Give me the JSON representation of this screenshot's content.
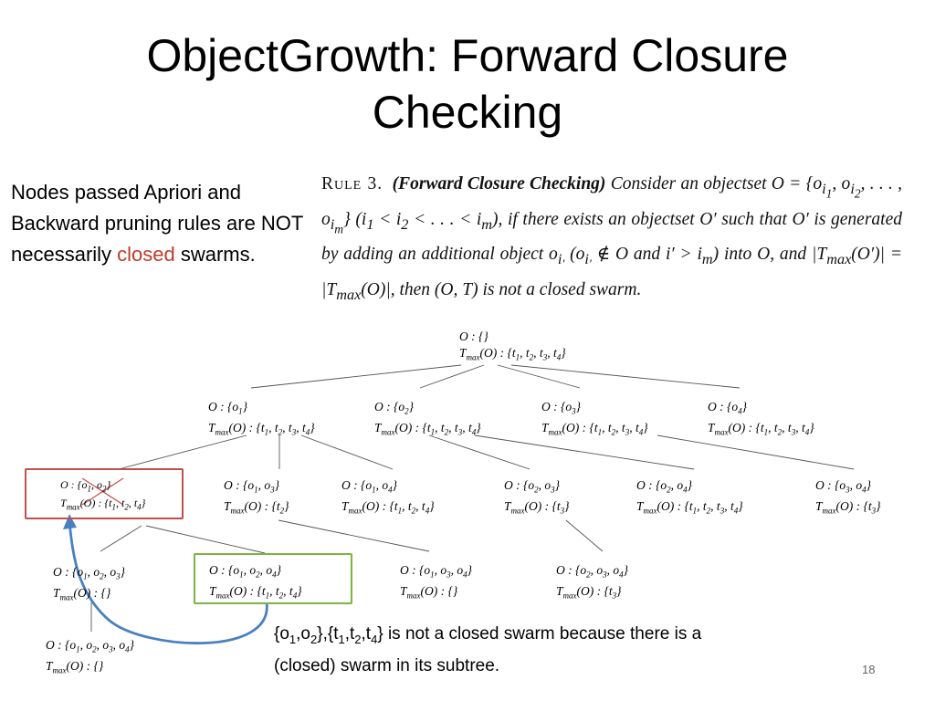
{
  "slide": {
    "title_line1": "ObjectGrowth: Forward Closure",
    "title_line2": "Checking",
    "intro_text_before": "Nodes passed Apriori and Backward pruning rules are NOT necessarily ",
    "intro_text_highlight": "closed",
    "intro_text_after": " swarms.",
    "page_number": "18",
    "colors": {
      "highlight": "#c0392b",
      "red_box": "#c0504d",
      "green_box": "#7cb342",
      "arrow": "#4a7fc1"
    }
  },
  "rule": {
    "label": "Rule 3.",
    "name": "(Forward Closure Checking)",
    "text": "Consider an objectset O = {oi1, oi2, . . . , oim} (i1 < i2 < . . . < im), if there exists an objectset O′ such that O′ is generated by adding an additional object oi′ (oi′ ∉ O and i′ > im) into O, and |Tmax(O′)| = |Tmax(O)|, then (O, T) is not a closed swarm."
  },
  "tree": {
    "root": {
      "o": "O : {}",
      "t": "Tmax(O) : {t1, t2, t3, t4}"
    },
    "level1": [
      {
        "o": "O : {o1}",
        "t": "Tmax(O) : {t1, t2, t3, t4}"
      },
      {
        "o": "O : {o2}",
        "t": "Tmax(O) : {t1, t2, t3, t4}"
      },
      {
        "o": "O : {o3}",
        "t": "Tmax(O) : {t1, t2, t3, t4}"
      },
      {
        "o": "O : {o4}",
        "t": "Tmax(O) : {t1, t2, t3, t4}"
      }
    ],
    "level2": [
      {
        "o": "O : {o1, o2}",
        "t": "Tmax(O) : {t1, t2, t4}"
      },
      {
        "o": "O : {o1, o3}",
        "t": "Tmax(O) : {t2}"
      },
      {
        "o": "O : {o1, o4}",
        "t": "Tmax(O) : {t1, t2, t4}"
      },
      {
        "o": "O : {o2, o3}",
        "t": "Tmax(O) : {t3}"
      },
      {
        "o": "O : {o2, o4}",
        "t": "Tmax(O) : {t1, t2, t3, t4}"
      },
      {
        "o": "O : {o3, o4}",
        "t": "Tmax(O) : {t3}"
      }
    ],
    "level3": [
      {
        "o": "O : {o1, o2, o3}",
        "t": "Tmax(O) : {}"
      },
      {
        "o": "O : {o1, o2, o4}",
        "t": "Tmax(O) : {t1, t2, t4}"
      },
      {
        "o": "O : {o1, o3, o4}",
        "t": "Tmax(O) : {}"
      },
      {
        "o": "O : {o2, o3, o4}",
        "t": "Tmax(O) : {t3}"
      }
    ],
    "level4": [
      {
        "o": "O : {o1, o2, o3, o4}",
        "t": "Tmax(O) : {}"
      }
    ]
  },
  "note": {
    "text": "{o1,o2},{t1,t2,t4} is not a closed swarm because there is a (closed) swarm in its subtree."
  }
}
